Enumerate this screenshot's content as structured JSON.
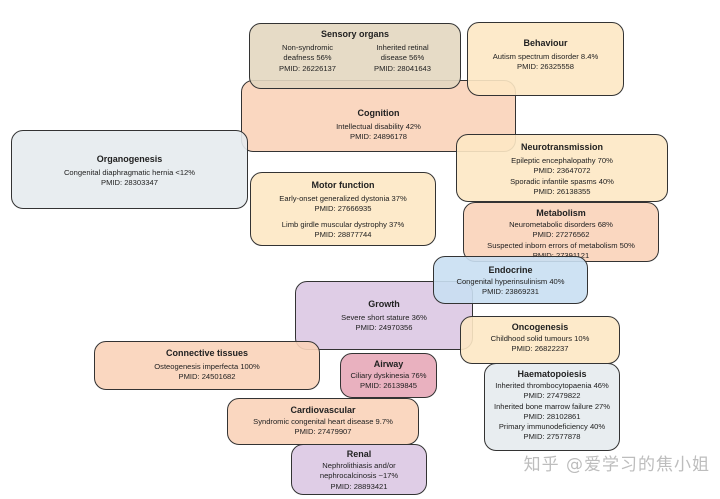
{
  "sensory": {
    "title": "Sensory organs",
    "left": [
      "Non-syndromic",
      "deafness 56%",
      "PMID: 26226137"
    ],
    "right": [
      "Inherited retinal",
      "disease 56%",
      "PMID: 28041643"
    ],
    "color": "#e3d7c0"
  },
  "behaviour": {
    "title": "Behaviour",
    "lines": [
      "Autism spectrum disorder 8.4%",
      "PMID: 26325558"
    ],
    "color": "#fde8c4"
  },
  "cognition": {
    "title": "Cognition",
    "lines": [
      "Intellectual disability 42%",
      "PMID: 24896178"
    ],
    "color": "#f9d3b9"
  },
  "organogenesis": {
    "title": "Organogenesis",
    "lines": [
      "Congenital diaphragmatic hernia <12%",
      "PMID: 28303347"
    ],
    "color": "#e6ebee"
  },
  "neurotransmission": {
    "title": "Neurotransmission",
    "lines1": [
      "Epileptic encephalopathy 70%",
      "PMID: 23647072"
    ],
    "lines2": [
      "Sporadic infantile spasms 40%",
      "PMID: 26138355"
    ],
    "color": "#fde8c4"
  },
  "motor": {
    "title": "Motor function",
    "lines1": [
      "Early-onset generalized dystonia 37%",
      "PMID: 27666935"
    ],
    "lines2": [
      "Limb girdle muscular dystrophy 37%",
      "PMID: 28877744"
    ],
    "color": "#fde8c4"
  },
  "metabolism": {
    "title": "Metabolism",
    "lines": [
      "Neurometabolic disorders 68%",
      "PMID: 27276562",
      "Suspected inborn errors of metabolism 50%",
      "PMID: 27391121"
    ],
    "color": "#f9d3b9"
  },
  "endocrine": {
    "title": "Endocrine",
    "lines": [
      "Congenital hyperinsulinism 40%",
      "PMID: 23869231"
    ],
    "color": "#c9dff2"
  },
  "growth": {
    "title": "Growth",
    "lines": [
      "Severe short stature 36%",
      "PMID: 24970356"
    ],
    "color": "#dcc8e3"
  },
  "oncogenesis": {
    "title": "Oncogenesis",
    "lines": [
      "Childhood solid tumours 10%",
      "PMID: 26822237"
    ],
    "color": "#fde8c4"
  },
  "connective": {
    "title": "Connective tissues",
    "lines": [
      "Osteogenesis imperfecta 100%",
      "PMID: 24501682"
    ],
    "color": "#f9d3b9"
  },
  "airway": {
    "title": "Airway",
    "lines": [
      "Ciliary dyskinesia 76%",
      "PMID: 26139845"
    ],
    "color": "#e7a9b8"
  },
  "haematopoiesis": {
    "title": "Haematopoiesis",
    "lines": [
      "Inherited thrombocytopaenia 46%",
      "PMID: 27479822",
      "Inherited bone marrow failure 27%",
      "PMID: 28102861",
      "Primary immunodeficiency 40%",
      "PMID: 27577878"
    ],
    "color": "#e6ebee"
  },
  "cardiovascular": {
    "title": "Cardiovascular",
    "lines": [
      "Syndromic congenital heart disease 9.7%",
      "PMID: 27479907"
    ],
    "color": "#f9d3b9"
  },
  "renal": {
    "title": "Renal",
    "lines": [
      "Nephrolithiasis and/or",
      "nephrocalcinosis ~17%",
      "PMID: 28893421"
    ],
    "color": "#dcc8e3"
  },
  "watermark": "知乎 @爱学习的焦小姐"
}
